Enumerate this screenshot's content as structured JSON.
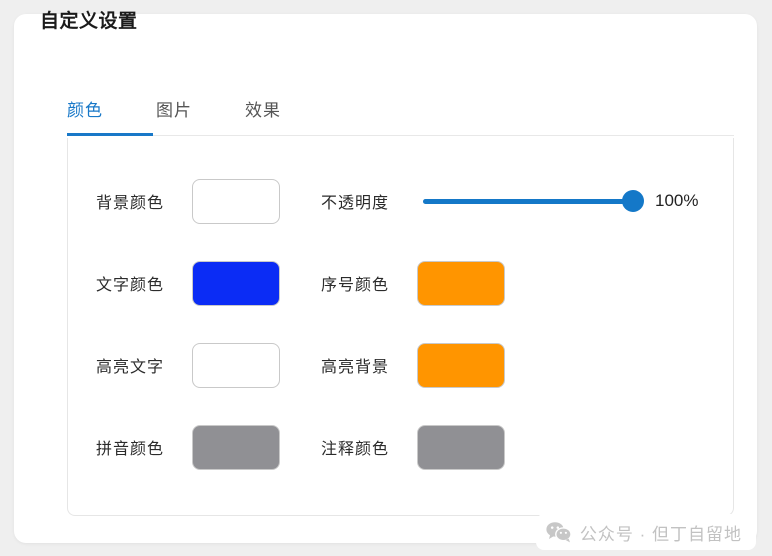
{
  "page": {
    "title": "自定义设置",
    "background_color": "#efefef",
    "card_background": "#ffffff"
  },
  "tabs": {
    "active_index": 0,
    "accent_color": "#1878c8",
    "items": [
      {
        "label": "颜色",
        "active": true
      },
      {
        "label": "图片",
        "active": false
      },
      {
        "label": "效果",
        "active": false
      }
    ]
  },
  "settings": {
    "rows": [
      {
        "left": {
          "label": "背景颜色",
          "type": "color-swatch",
          "value": "#ffffff"
        },
        "right": {
          "label": "不透明度",
          "type": "slider",
          "value": 100,
          "value_text": "100%",
          "min": 0,
          "max": 100,
          "fill_color": "#1478c8"
        }
      },
      {
        "left": {
          "label": "文字颜色",
          "type": "color-swatch",
          "value": "#0b2cf5"
        },
        "right": {
          "label": "序号颜色",
          "type": "color-swatch",
          "value": "#ff9500"
        }
      },
      {
        "left": {
          "label": "高亮文字",
          "type": "color-swatch",
          "value": "#ffffff"
        },
        "right": {
          "label": "高亮背景",
          "type": "color-swatch",
          "value": "#ff9500"
        }
      },
      {
        "left": {
          "label": "拼音颜色",
          "type": "color-swatch",
          "value": "#909094"
        },
        "right": {
          "label": "注释颜色",
          "type": "color-swatch",
          "value": "#909094"
        }
      }
    ]
  },
  "watermark": {
    "icon": "wechat-icon",
    "text": "公众号 · 但丁自留地",
    "text_color": "#c2c2c2"
  }
}
